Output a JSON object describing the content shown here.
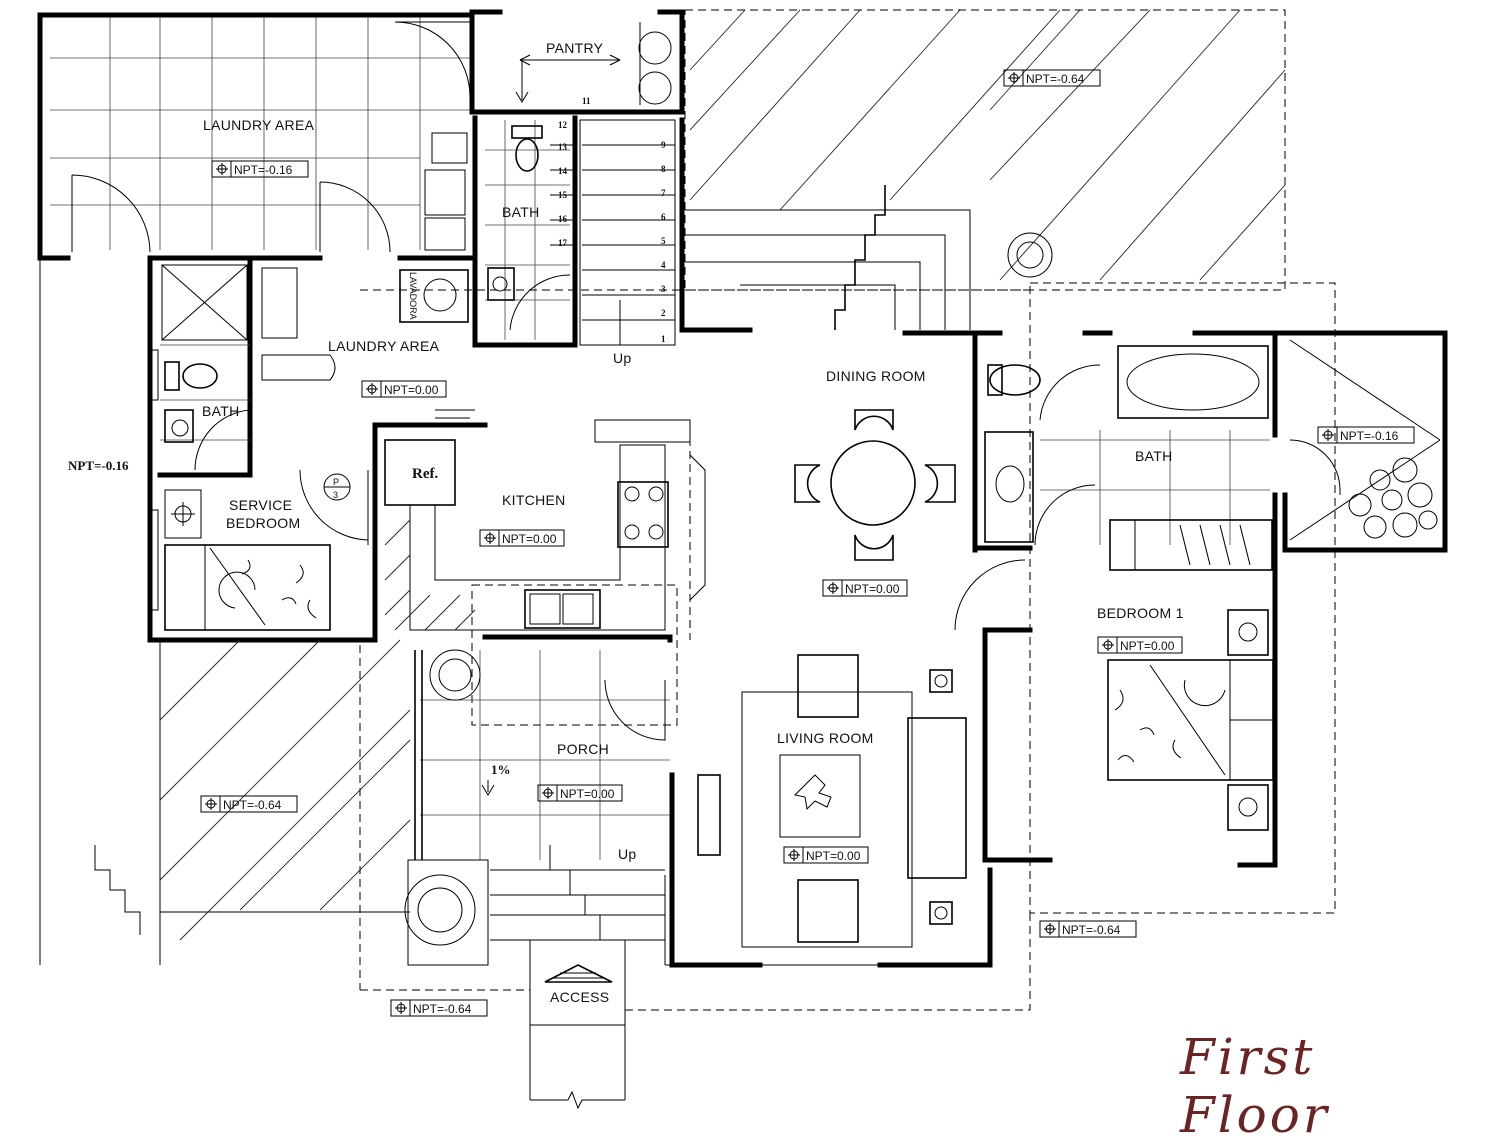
{
  "drawing_title": "First Floor",
  "rooms": {
    "pantry": "PANTRY",
    "laundry_outdoor": "LAUNDRY AREA",
    "laundry_indoor": "LAUNDRY AREA",
    "bath_stair": "BATH",
    "bath_service": "BATH",
    "bath_master": "BATH",
    "service_bedroom_1": "SERVICE",
    "service_bedroom_2": "BEDROOM",
    "kitchen": "KITCHEN",
    "dining_room": "DINING ROOM",
    "living_room": "LIVING ROOM",
    "bedroom_1": "BEDROOM 1",
    "porch": "PORCH",
    "access": "ACCESS"
  },
  "labels": {
    "lavadora": "LAVADORA",
    "ref": "Ref.",
    "up_stairs": "Up",
    "up_porch": "Up",
    "slope": "1%",
    "p_tag_top": "P",
    "p_tag_bottom": "3",
    "npt_side": "NPT=-0.16"
  },
  "stair_steps": [
    "1",
    "2",
    "3",
    "4",
    "5",
    "6",
    "7",
    "8",
    "9",
    "11",
    "12",
    "13",
    "14",
    "15",
    "16",
    "17"
  ],
  "levels": {
    "garden_top": "NPT=-0.64",
    "laundry_outdoor": "NPT=-0.16",
    "laundry_indoor": "NPT=0.00",
    "kitchen": "NPT=0.00",
    "dining": "NPT=0.00",
    "living": "NPT=0.00",
    "porch": "NPT=0.00",
    "bedroom_1": "NPT=0.00",
    "patio_right": "NPT=-0.16",
    "garden_left": "NPT=-0.64",
    "garden_right": "NPT=-0.64",
    "garden_bottom": "NPT=-0.64"
  },
  "colors": {
    "line": "#000000",
    "background": "#ffffff",
    "title": "#6b2424"
  }
}
